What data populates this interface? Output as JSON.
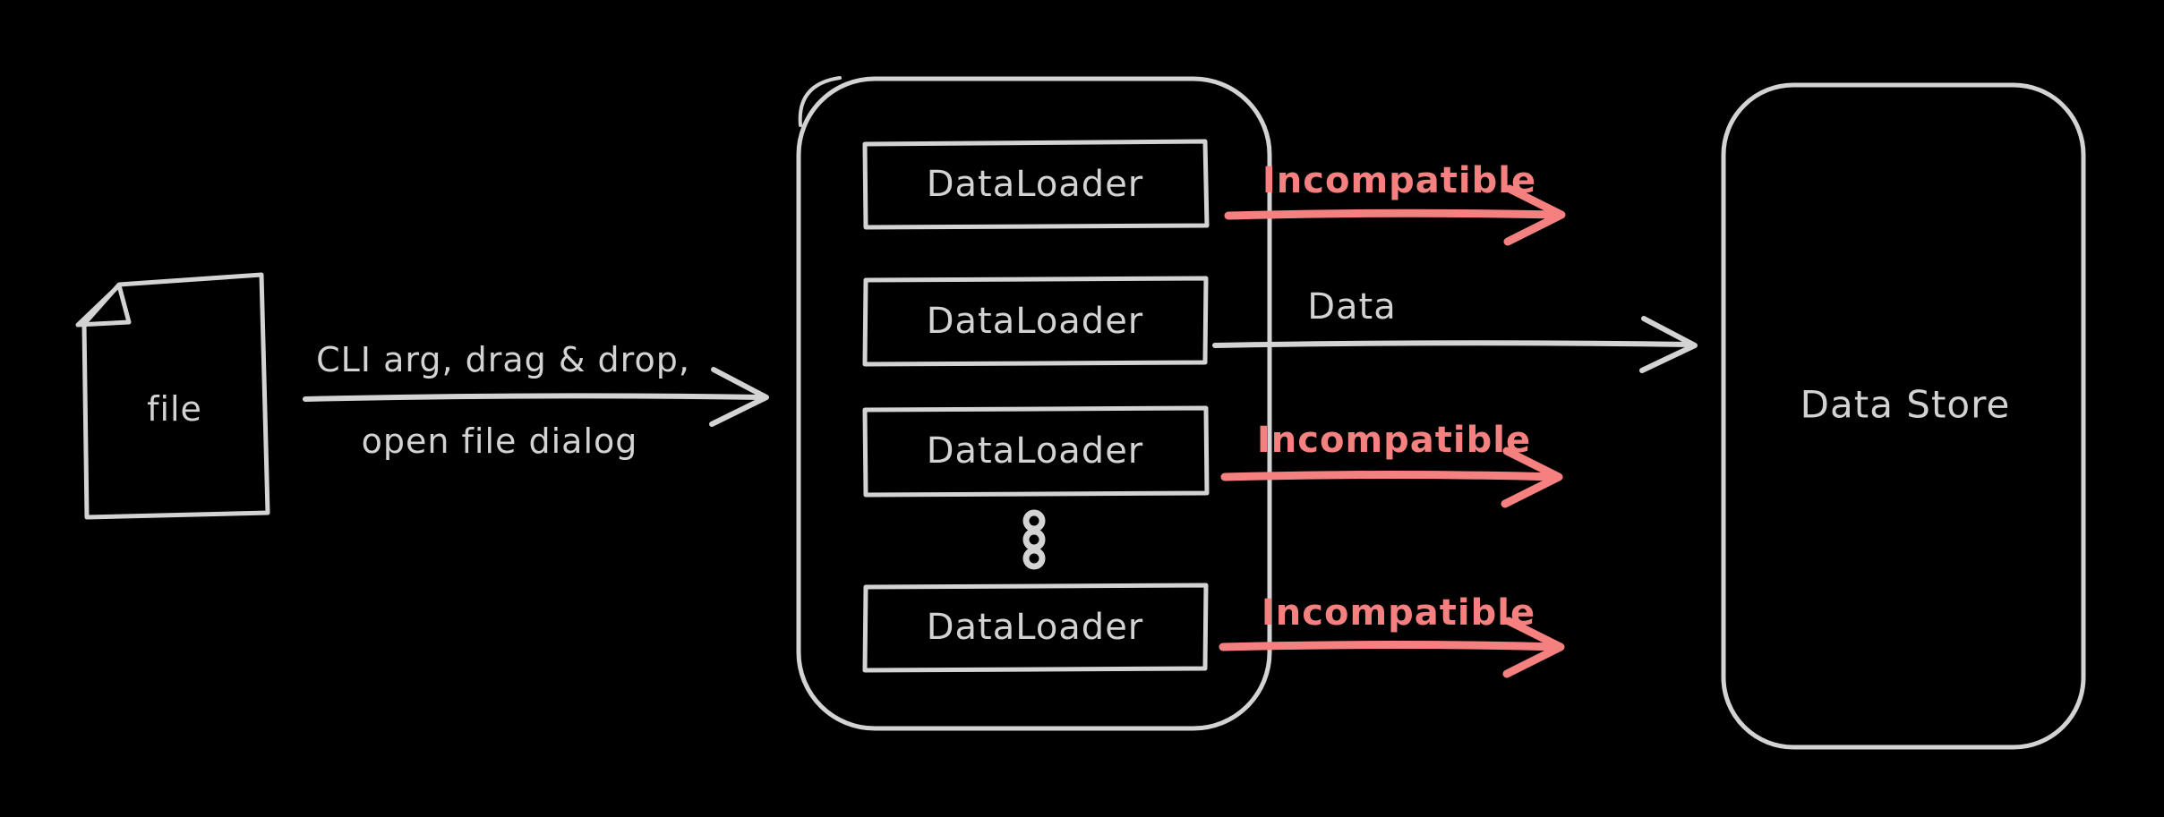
{
  "colors": {
    "background": "#000000",
    "ink": "#d3d3d3",
    "accent_red": "#f4817f"
  },
  "diagram": {
    "file": {
      "label": "file"
    },
    "input_methods": {
      "line1": "CLI arg, drag & drop,",
      "line2": "open file dialog"
    },
    "loader_stack": {
      "loaders": [
        {
          "label": "DataLoader"
        },
        {
          "label": "DataLoader"
        },
        {
          "label": "DataLoader"
        },
        {
          "label": "DataLoader"
        }
      ]
    },
    "outputs": [
      {
        "label": "Incompatible",
        "status": "incompatible",
        "color": "#f4817f"
      },
      {
        "label": "Data",
        "status": "compatible",
        "color": "#d3d3d3"
      },
      {
        "label": "Incompatible",
        "status": "incompatible",
        "color": "#f4817f"
      },
      {
        "label": "Incompatible",
        "status": "incompatible",
        "color": "#f4817f"
      }
    ],
    "data_store": {
      "label": "Data Store"
    }
  }
}
